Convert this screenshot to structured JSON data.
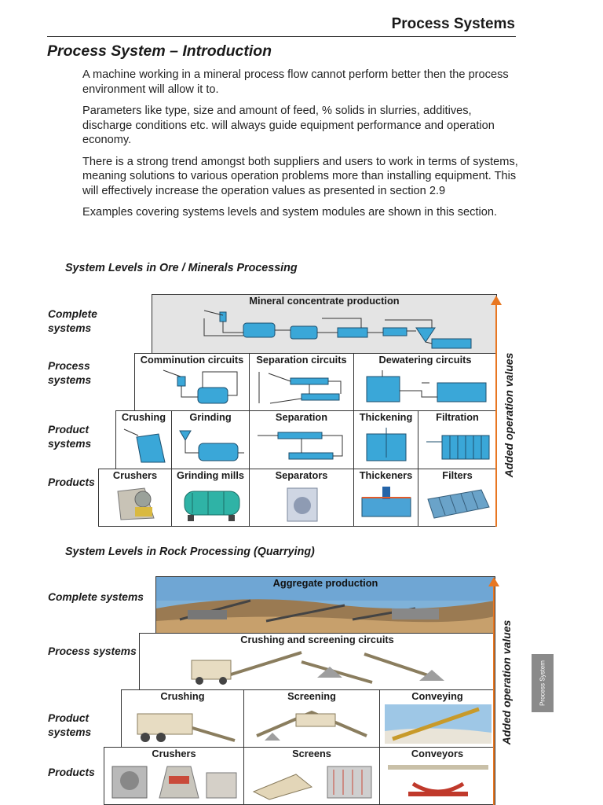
{
  "header": {
    "title": "Process Systems"
  },
  "section_title": "Process System – Introduction",
  "paragraphs": [
    "A machine working in a mineral process flow cannot perform better then the process environment will allow it to.",
    "Parameters like type, size and amount of feed, % solids in slurries, additives, discharge conditions etc. will always guide equipment performance and operation economy.",
    "There is a strong trend amongst both suppliers and users to work in terms of systems, meaning solutions to various operation problems more than installing equipment. This will effectively increase the operation values as presented in section 2.9",
    "Examples covering systems levels and system modules are shown in this section."
  ],
  "ore": {
    "title": "System Levels in Ore / Minerals Processing",
    "levels": [
      "Complete systems",
      "Process systems",
      "Product systems",
      "Products"
    ],
    "complete": "Mineral concentrate production",
    "process": [
      "Comminution circuits",
      "Separation circuits",
      "Dewatering circuits"
    ],
    "product": [
      "Crushing",
      "Grinding",
      "Separation",
      "Thickening",
      "Filtration"
    ],
    "products": [
      "Crushers",
      "Grinding mills",
      "Separators",
      "Thickeners",
      "Filters"
    ],
    "axis_label": "Added operation values"
  },
  "rock": {
    "title": "System Levels in Rock Processing (Quarrying)",
    "levels": [
      "Complete systems",
      "Process systems",
      "Product systems",
      "Products"
    ],
    "complete": "Aggregate production",
    "process": "Crushing and screening circuits",
    "product": [
      "Crushing",
      "Screening",
      "Conveying"
    ],
    "products": [
      "Crushers",
      "Screens",
      "Conveyors"
    ],
    "axis_label": "Added operation values"
  },
  "side_tab": "Process System",
  "colors": {
    "equipment_blue": "#3aa7d8",
    "arrow_orange": "#e87722",
    "complete_bg": "#e4e4e4"
  }
}
